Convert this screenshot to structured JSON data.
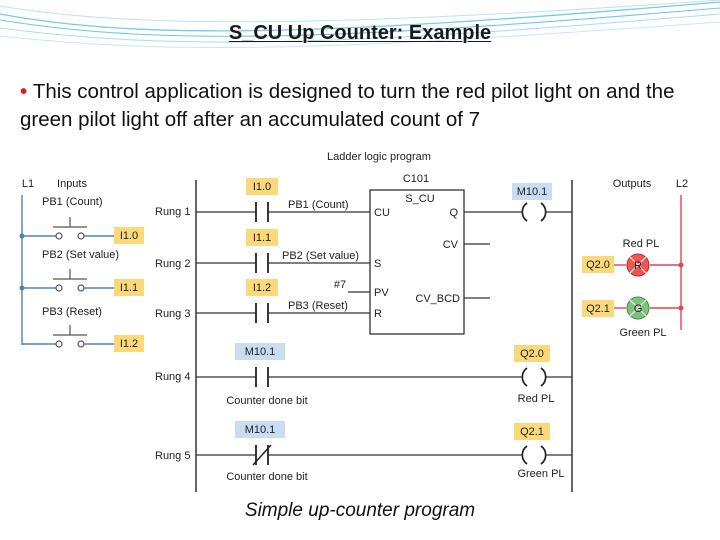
{
  "slide": {
    "title": "S_CU Up Counter: Example",
    "bullet": "This control application is designed to turn the red pilot light on and the green pilot light off after an accumulated count of 7",
    "caption": "Simple up-counter program"
  },
  "diagram": {
    "heading": "Ladder logic program",
    "inputs_label": "Inputs",
    "outputs_label": "Outputs",
    "l1": "L1",
    "l2": "L2",
    "pushbuttons": [
      {
        "label": "PB1 (Count)",
        "address": "I1.0"
      },
      {
        "label": "PB2 (Set value)",
        "address": "I1.1"
      },
      {
        "label": "PB3 (Reset)",
        "address": "I1.2"
      }
    ],
    "rungs": [
      "Rung 1",
      "Rung 2",
      "Rung 3",
      "Rung 4",
      "Rung 5"
    ],
    "contacts": [
      {
        "address": "I1.0",
        "desc": "PB1 (Count)"
      },
      {
        "address": "I1.1",
        "desc": "PB2 (Set value)"
      },
      {
        "address": "I1.2",
        "desc": "PB3 (Reset)"
      }
    ],
    "counter": {
      "name": "C101",
      "type": "S_CU",
      "pins": {
        "cu": "CU",
        "s": "S",
        "pv": "PV",
        "r": "R",
        "q": "Q",
        "cv": "CV",
        "cv_bcd": "CV_BCD"
      },
      "preset": "#7"
    },
    "coil_m": "M10.1",
    "rung4": {
      "contact": "M10.1",
      "contact_desc": "Counter done bit",
      "coil": "Q2.0",
      "coil_desc": "Red PL"
    },
    "rung5": {
      "contact": "M10.1",
      "contact_desc": "Counter done bit",
      "coil": "Q2.1",
      "coil_desc": "Green PL"
    },
    "lamps": [
      {
        "name": "Red PL",
        "address": "Q2.0",
        "letter": "R",
        "color": "#f25555"
      },
      {
        "name": "Green PL",
        "address": "Q2.1",
        "letter": "G",
        "color": "#7cc47e"
      }
    ],
    "colors": {
      "input_tag": "#fbd97a",
      "memory_tag": "#c8ddf2",
      "output_rail": "#e8414d",
      "lamp_red": "#f25555",
      "lamp_green": "#7cc47e"
    }
  }
}
